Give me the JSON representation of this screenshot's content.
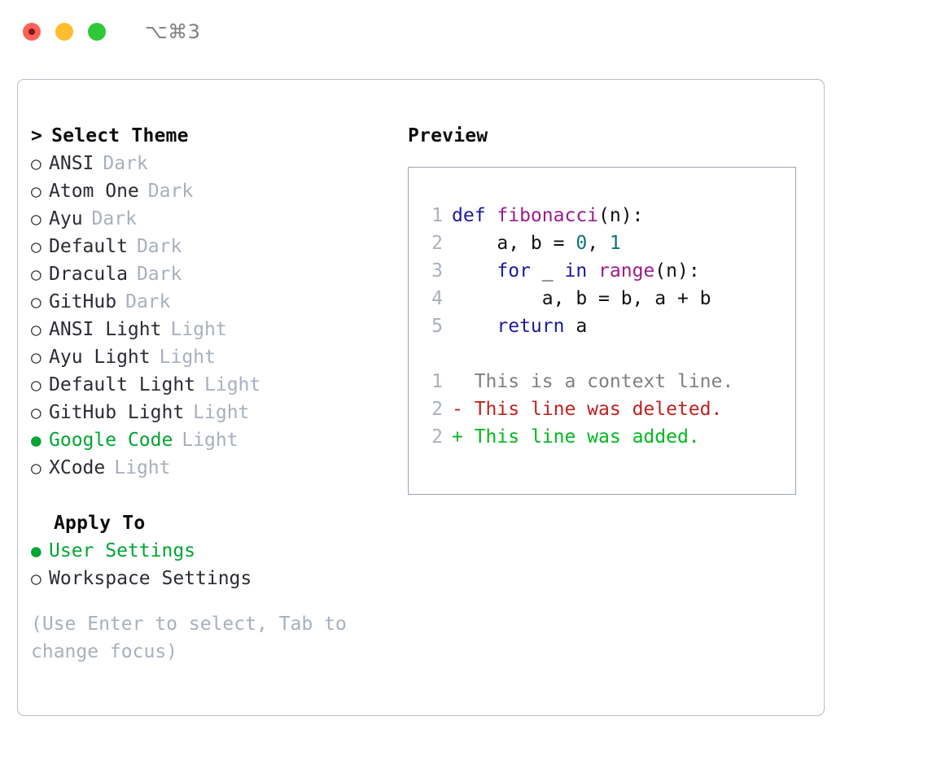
{
  "titlebar": {
    "shortcut": "⌥⌘3",
    "buttons": [
      {
        "name": "close",
        "color": "#ff6058"
      },
      {
        "name": "minimize",
        "color": "#ffbd2e"
      },
      {
        "name": "zoom",
        "color": "#2dc937"
      }
    ]
  },
  "theme_picker": {
    "header": "Select Theme",
    "caret": ">",
    "bullet_unselected": "○",
    "bullet_selected": "●",
    "items": [
      {
        "name": "ANSI",
        "tag": "Dark",
        "selected": false
      },
      {
        "name": "Atom One",
        "tag": "Dark",
        "selected": false
      },
      {
        "name": "Ayu",
        "tag": "Dark",
        "selected": false
      },
      {
        "name": "Default",
        "tag": "Dark",
        "selected": false
      },
      {
        "name": "Dracula",
        "tag": "Dark",
        "selected": false
      },
      {
        "name": "GitHub",
        "tag": "Dark",
        "selected": false
      },
      {
        "name": "ANSI Light",
        "tag": "Light",
        "selected": false
      },
      {
        "name": "Ayu Light",
        "tag": "Light",
        "selected": false
      },
      {
        "name": "Default Light",
        "tag": "Light",
        "selected": false
      },
      {
        "name": "GitHub Light",
        "tag": "Light",
        "selected": false
      },
      {
        "name": "Google Code",
        "tag": "Light",
        "selected": true
      },
      {
        "name": "XCode",
        "tag": "Light",
        "selected": false
      }
    ]
  },
  "apply_to": {
    "title": "Apply To",
    "options": [
      {
        "name": "User Settings",
        "selected": true
      },
      {
        "name": "Workspace Settings",
        "selected": false
      }
    ]
  },
  "hint": "(Use Enter to select, Tab to change focus)",
  "preview": {
    "title": "Preview",
    "code": [
      {
        "lineno": "1",
        "tokens": [
          {
            "t": "def ",
            "k": "kw"
          },
          {
            "t": "fibonacci",
            "k": "fn"
          },
          {
            "t": "(n):",
            "k": "pl"
          }
        ]
      },
      {
        "lineno": "2",
        "tokens": [
          {
            "t": "    a, b = ",
            "k": "pl"
          },
          {
            "t": "0",
            "k": "num"
          },
          {
            "t": ", ",
            "k": "pl"
          },
          {
            "t": "1",
            "k": "num"
          }
        ]
      },
      {
        "lineno": "3",
        "tokens": [
          {
            "t": "    for ",
            "k": "kw"
          },
          {
            "t": "_ ",
            "k": "pl"
          },
          {
            "t": "in ",
            "k": "kw"
          },
          {
            "t": "range",
            "k": "fn"
          },
          {
            "t": "(n):",
            "k": "pl"
          }
        ]
      },
      {
        "lineno": "4",
        "tokens": [
          {
            "t": "        a, b = b, a + b",
            "k": "pl"
          }
        ]
      },
      {
        "lineno": "5",
        "tokens": [
          {
            "t": "    return ",
            "k": "kw"
          },
          {
            "t": "a",
            "k": "pl"
          }
        ]
      }
    ],
    "diff": [
      {
        "lineno": "1",
        "marker": " ",
        "text": "This is a context line.",
        "kind": "ctx"
      },
      {
        "lineno": "2",
        "marker": "-",
        "text": "This line was deleted.",
        "kind": "del"
      },
      {
        "lineno": "2",
        "marker": "+",
        "text": "This line was added.",
        "kind": "add"
      }
    ]
  },
  "colors": {
    "accent_green": "#00a533",
    "muted": "#a8b0bd",
    "text": "#2b2b33",
    "keyword": "#1a1a9c",
    "function": "#9b1b8e",
    "number": "#0d7377",
    "diff_deleted": "#c12020",
    "diff_added": "#00b81f",
    "border": "#b5bdc9"
  }
}
